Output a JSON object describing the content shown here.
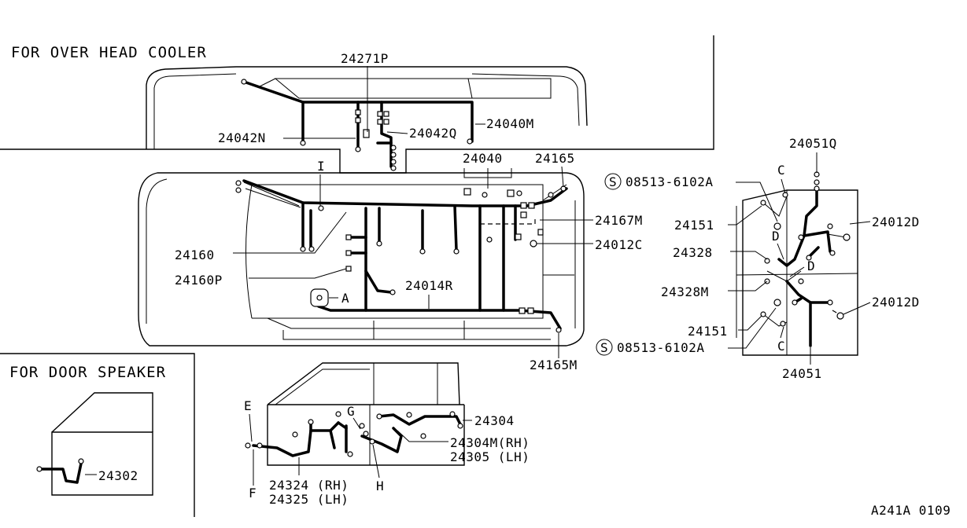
{
  "insets": {
    "overhead_cooler": "FOR OVER HEAD COOLER",
    "door_speaker": "FOR DOOR SPEAKER"
  },
  "parts": {
    "p24271P": "24271P",
    "p24042N": "24042N",
    "p24042Q": "24042Q",
    "p24040M": "24040M",
    "p24040": "24040",
    "p24165": "24165",
    "pI": "I",
    "p24167M": "24167M",
    "p24012C": "24012C",
    "p24160": "24160",
    "p24160P": "24160P",
    "p24014R": "24014R",
    "pA": "A",
    "p24165M": "24165M",
    "p08513_top": "08513-6102A",
    "p08513_bot": "08513-6102A",
    "p24051Q": "24051Q",
    "p24012D_top": "24012D",
    "p24012D_bot": "24012D",
    "p24151_top": "24151",
    "p24151_bot": "24151",
    "p24328": "24328",
    "p24328M": "24328M",
    "p24051": "24051",
    "pC_top": "C",
    "pC_bot": "C",
    "pD_left": "D",
    "pD_right": "D",
    "pE": "E",
    "pF": "F",
    "pG": "G",
    "pH": "H",
    "p24304": "24304",
    "p24304M": "24304M(RH)",
    "p24305": "24305 (LH)",
    "p24324": "24324 (RH)",
    "p24325": "24325 (LH)",
    "p24302": "24302",
    "s_symbol": "S"
  },
  "footer": {
    "code": "A241A 0109"
  }
}
